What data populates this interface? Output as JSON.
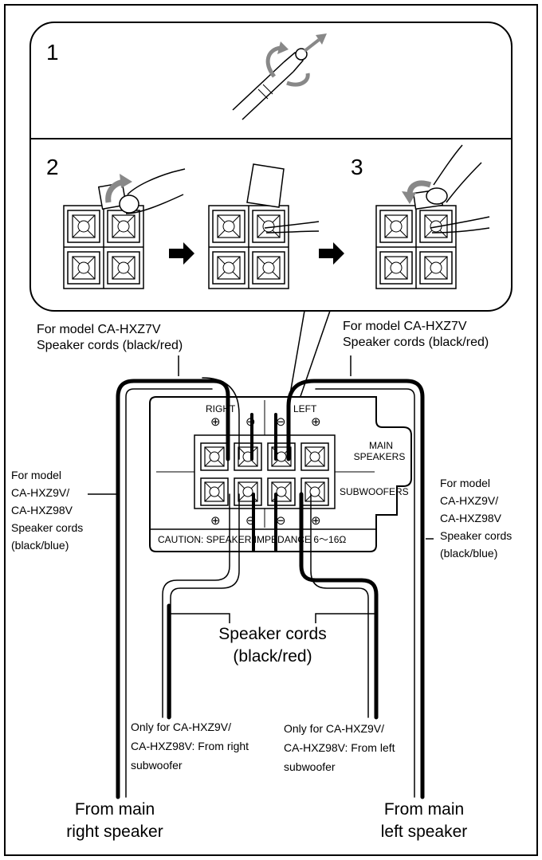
{
  "steps": {
    "s1": "1",
    "s2": "2",
    "s3": "3"
  },
  "labels": {
    "top_left_model": "For model CA-HXZ7V",
    "top_left_cords": "Speaker cords (black/red)",
    "top_right_model": "For model CA-HXZ7V",
    "top_right_cords": "Speaker cords (black/red)",
    "left_side": [
      "For model",
      "CA-HXZ9V/",
      "CA-HXZ98V",
      "Speaker cords",
      "(black/blue)"
    ],
    "right_side": [
      "For model",
      "CA-HXZ9V/",
      "CA-HXZ98V",
      "Speaker cords",
      "(black/blue)"
    ],
    "center_cords_1": "Speaker cords",
    "center_cords_2": "(black/red)",
    "sub_right": [
      "Only for CA-HXZ9V/",
      "CA-HXZ98V: From right",
      "subwoofer"
    ],
    "sub_left": [
      "Only for CA-HXZ9V/",
      "CA-HXZ98V: From left",
      "subwoofer"
    ],
    "from_right": [
      "From main",
      "right speaker"
    ],
    "from_left": [
      "From main",
      "left speaker"
    ]
  },
  "panel": {
    "right": "RIGHT",
    "left": "LEFT",
    "main_speakers": [
      "MAIN",
      "SPEAKERS"
    ],
    "subwoofers": "SUBWOOFERS",
    "caution": "CAUTION: SPEAKER IMPEDANCE 6～16Ω",
    "plus": "⊕",
    "minus": "⊖"
  },
  "icons": {
    "arrow_right": "arrow-right-icon",
    "rotate": "rotate-arrow-icon",
    "lift": "lift-arrow-icon",
    "press": "press-arrow-icon"
  }
}
